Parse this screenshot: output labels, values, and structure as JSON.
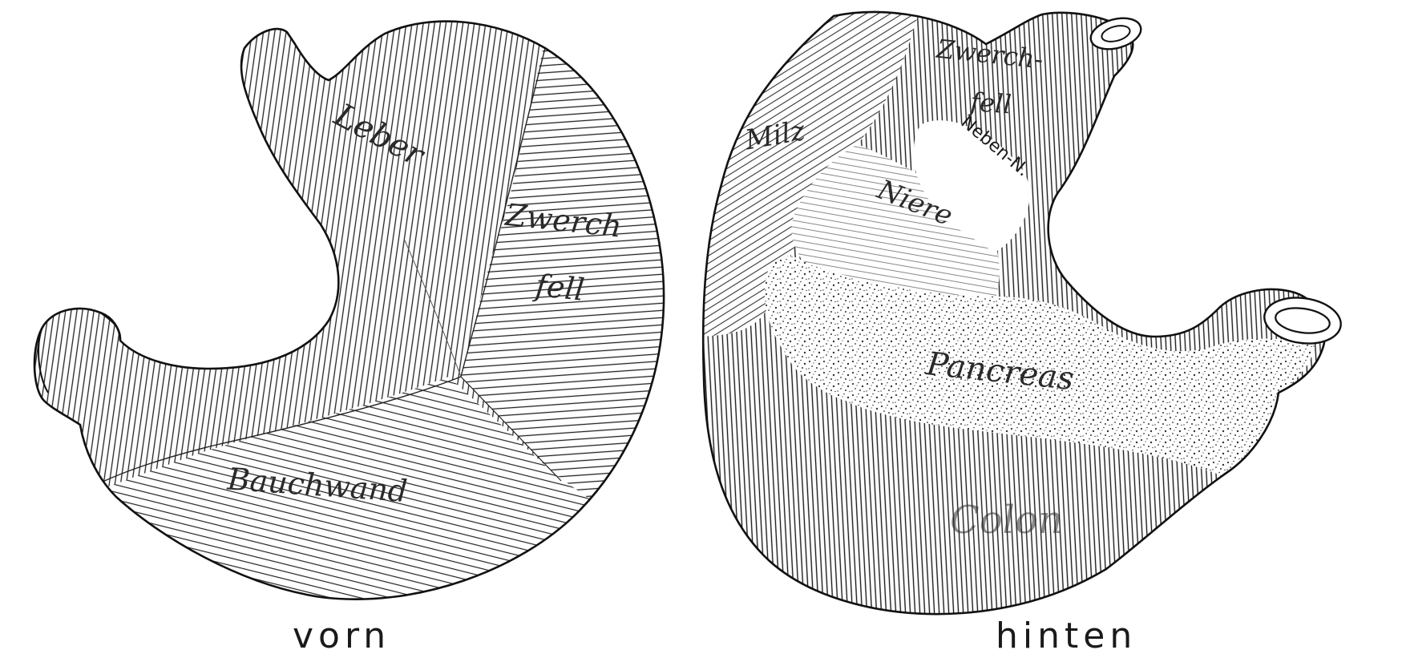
{
  "figure": {
    "front_view": {
      "caption": "vorn",
      "regions": {
        "liver": "Leber",
        "diaphragm_line1": "Zwerch",
        "diaphragm_line2": "fell",
        "abdominal_wall": "Bauchwand"
      }
    },
    "back_view": {
      "caption": "hinten",
      "regions": {
        "spleen": "Milz",
        "diaphragm_line1": "Zwerch-",
        "diaphragm_line2": "fell",
        "adrenal": "Neben-N.",
        "kidney": "Niere",
        "pancreas": "Pancreas",
        "colon": "Colon"
      }
    }
  }
}
